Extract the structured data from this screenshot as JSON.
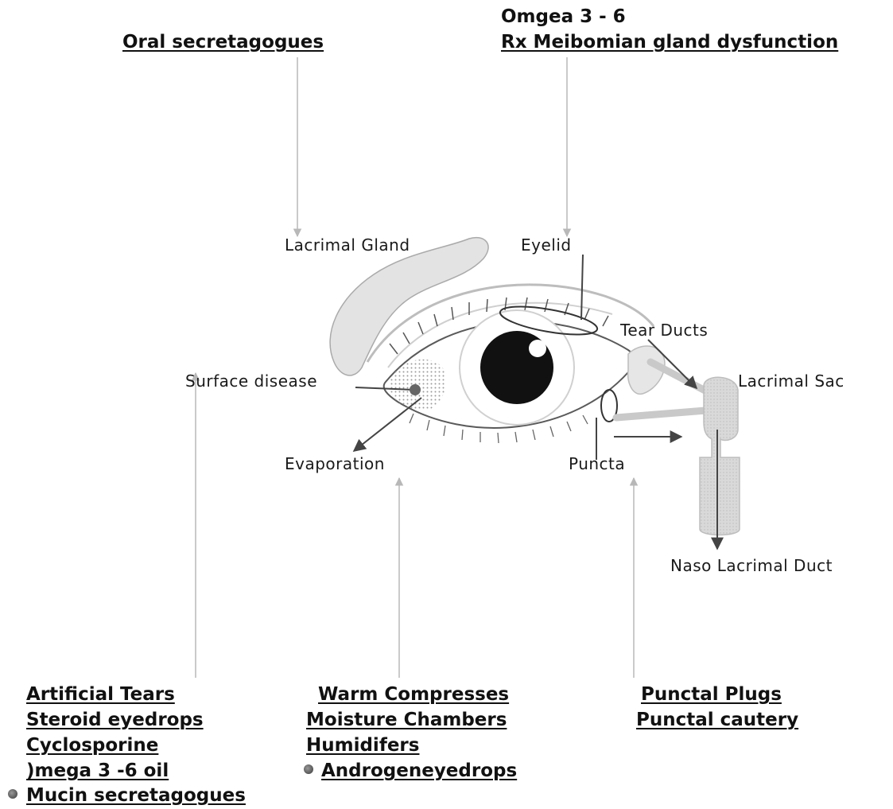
{
  "top": {
    "oral": "Oral secretagogues",
    "omega_line1": "Omgea 3  - 6",
    "omega_line2": "Rx Meibomian gland dysfunction"
  },
  "anatomy": {
    "lacrimal_gland": "Lacrimal Gland",
    "eyelid": "Eyelid",
    "tear_ducts": "Tear Ducts",
    "lacrimal_sac": "Lacrimal Sac",
    "surface_disease": "Surface disease",
    "evaporation": "Evaporation",
    "puncta": "Puncta",
    "naso_lacrimal_duct": "Naso Lacrimal Duct"
  },
  "treatments": {
    "left": [
      "Artificial Tears",
      "Steroid eyedrops",
      "Cyclosporine",
      ")mega 3 -6 oil",
      "Mucin secretagogues"
    ],
    "middle": [
      "Warm Compresses",
      "Moisture Chambers",
      "Humidifers",
      "Androgeneyedrops"
    ],
    "right": [
      "Punctal Plugs",
      "Punctal cautery"
    ]
  },
  "colors": {
    "pointer_arrow": "#b8b8b8",
    "dark_arrow": "#444444",
    "outline": "#4a4a4a"
  }
}
